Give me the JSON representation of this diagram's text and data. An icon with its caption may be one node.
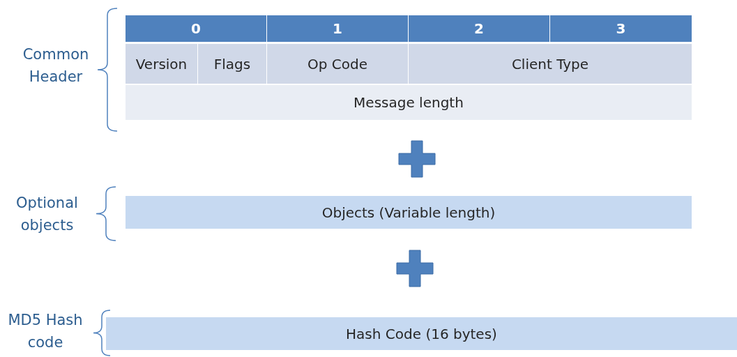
{
  "diagram": {
    "labels": [
      "Common Header",
      "0",
      "1",
      "2",
      "3",
      "Version",
      "Flags",
      "Op Code",
      "Client Type",
      "Message length",
      "Optional objects",
      "Objects (Variable length)",
      "MD5 Hash code",
      "Hash Code (16 bytes)"
    ]
  }
}
